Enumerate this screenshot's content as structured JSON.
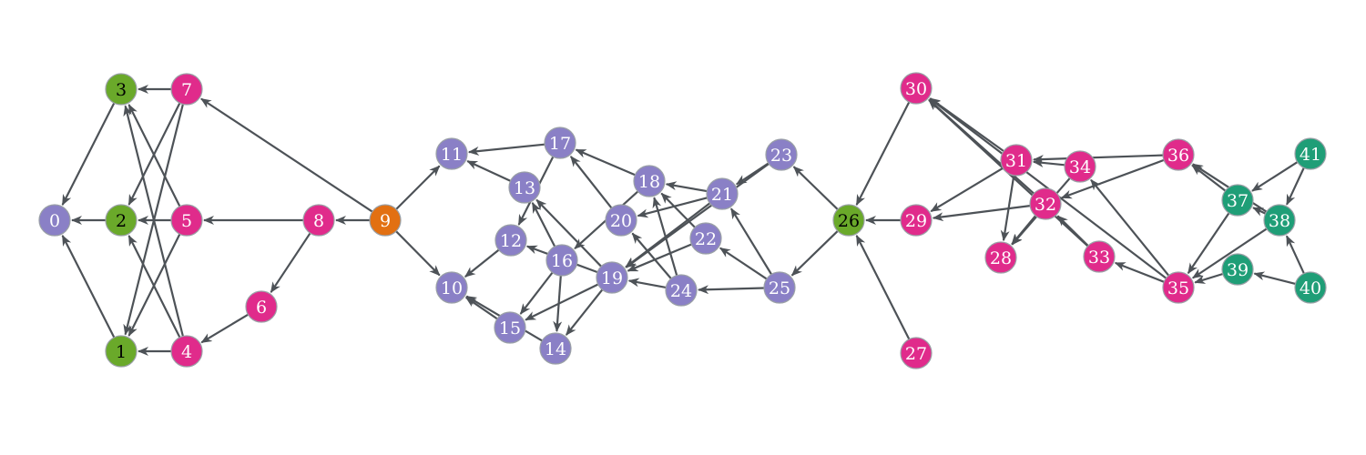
{
  "colors": {
    "purple": "#8a80c6",
    "green": "#6aa92a",
    "magenta": "#e02b8b",
    "orange": "#e27012",
    "teal": "#1f9e77",
    "edge": "#4d5257"
  },
  "nodes": [
    {
      "id": "0",
      "color": "purple",
      "text_color": "#ffffff"
    },
    {
      "id": "1",
      "color": "green",
      "text_color": "#000000"
    },
    {
      "id": "2",
      "color": "green",
      "text_color": "#000000"
    },
    {
      "id": "3",
      "color": "green",
      "text_color": "#000000"
    },
    {
      "id": "4",
      "color": "magenta",
      "text_color": "#ffffff"
    },
    {
      "id": "5",
      "color": "magenta",
      "text_color": "#ffffff"
    },
    {
      "id": "6",
      "color": "magenta",
      "text_color": "#ffffff"
    },
    {
      "id": "7",
      "color": "magenta",
      "text_color": "#ffffff"
    },
    {
      "id": "8",
      "color": "magenta",
      "text_color": "#ffffff"
    },
    {
      "id": "9",
      "color": "orange",
      "text_color": "#ffffff"
    },
    {
      "id": "10",
      "color": "purple",
      "text_color": "#ffffff"
    },
    {
      "id": "11",
      "color": "purple",
      "text_color": "#ffffff"
    },
    {
      "id": "12",
      "color": "purple",
      "text_color": "#ffffff"
    },
    {
      "id": "13",
      "color": "purple",
      "text_color": "#ffffff"
    },
    {
      "id": "14",
      "color": "purple",
      "text_color": "#ffffff"
    },
    {
      "id": "15",
      "color": "purple",
      "text_color": "#ffffff"
    },
    {
      "id": "16",
      "color": "purple",
      "text_color": "#ffffff"
    },
    {
      "id": "17",
      "color": "purple",
      "text_color": "#ffffff"
    },
    {
      "id": "18",
      "color": "purple",
      "text_color": "#ffffff"
    },
    {
      "id": "19",
      "color": "purple",
      "text_color": "#ffffff"
    },
    {
      "id": "20",
      "color": "purple",
      "text_color": "#ffffff"
    },
    {
      "id": "21",
      "color": "purple",
      "text_color": "#ffffff"
    },
    {
      "id": "22",
      "color": "purple",
      "text_color": "#ffffff"
    },
    {
      "id": "23",
      "color": "purple",
      "text_color": "#ffffff"
    },
    {
      "id": "24",
      "color": "purple",
      "text_color": "#ffffff"
    },
    {
      "id": "25",
      "color": "purple",
      "text_color": "#ffffff"
    },
    {
      "id": "26",
      "color": "green",
      "text_color": "#000000"
    },
    {
      "id": "27",
      "color": "magenta",
      "text_color": "#ffffff"
    },
    {
      "id": "28",
      "color": "magenta",
      "text_color": "#ffffff"
    },
    {
      "id": "29",
      "color": "magenta",
      "text_color": "#ffffff"
    },
    {
      "id": "30",
      "color": "magenta",
      "text_color": "#ffffff"
    },
    {
      "id": "31",
      "color": "magenta",
      "text_color": "#ffffff"
    },
    {
      "id": "32",
      "color": "magenta",
      "text_color": "#ffffff"
    },
    {
      "id": "33",
      "color": "magenta",
      "text_color": "#ffffff"
    },
    {
      "id": "34",
      "color": "magenta",
      "text_color": "#ffffff"
    },
    {
      "id": "35",
      "color": "magenta",
      "text_color": "#ffffff"
    },
    {
      "id": "36",
      "color": "magenta",
      "text_color": "#ffffff"
    },
    {
      "id": "37",
      "color": "teal",
      "text_color": "#ffffff"
    },
    {
      "id": "38",
      "color": "teal",
      "text_color": "#ffffff"
    },
    {
      "id": "39",
      "color": "teal",
      "text_color": "#ffffff"
    },
    {
      "id": "40",
      "color": "teal",
      "text_color": "#ffffff"
    },
    {
      "id": "41",
      "color": "teal",
      "text_color": "#ffffff"
    }
  ],
  "edges": [
    [
      "3",
      "0"
    ],
    [
      "2",
      "0"
    ],
    [
      "1",
      "0"
    ],
    [
      "7",
      "3"
    ],
    [
      "7",
      "2"
    ],
    [
      "7",
      "1"
    ],
    [
      "5",
      "3"
    ],
    [
      "5",
      "2"
    ],
    [
      "5",
      "1"
    ],
    [
      "4",
      "3"
    ],
    [
      "4",
      "2"
    ],
    [
      "4",
      "1"
    ],
    [
      "8",
      "5"
    ],
    [
      "8",
      "6"
    ],
    [
      "6",
      "4"
    ],
    [
      "9",
      "8"
    ],
    [
      "9",
      "7"
    ],
    [
      "9",
      "11"
    ],
    [
      "9",
      "10"
    ],
    [
      "17",
      "11"
    ],
    [
      "13",
      "11"
    ],
    [
      "17",
      "12"
    ],
    [
      "12",
      "10"
    ],
    [
      "15",
      "10"
    ],
    [
      "14",
      "10"
    ],
    [
      "18",
      "17"
    ],
    [
      "18",
      "16"
    ],
    [
      "20",
      "17"
    ],
    [
      "19",
      "13"
    ],
    [
      "19",
      "12"
    ],
    [
      "19",
      "15"
    ],
    [
      "19",
      "14"
    ],
    [
      "16",
      "13"
    ],
    [
      "16",
      "15"
    ],
    [
      "16",
      "14"
    ],
    [
      "21",
      "18"
    ],
    [
      "21",
      "20"
    ],
    [
      "21",
      "19"
    ],
    [
      "22",
      "18"
    ],
    [
      "22",
      "19"
    ],
    [
      "24",
      "18"
    ],
    [
      "24",
      "20"
    ],
    [
      "24",
      "19"
    ],
    [
      "23",
      "21"
    ],
    [
      "23",
      "19"
    ],
    [
      "25",
      "21"
    ],
    [
      "25",
      "22"
    ],
    [
      "25",
      "24"
    ],
    [
      "26",
      "23"
    ],
    [
      "26",
      "25"
    ],
    [
      "30",
      "26"
    ],
    [
      "29",
      "26"
    ],
    [
      "27",
      "26"
    ],
    [
      "31",
      "30"
    ],
    [
      "31",
      "29"
    ],
    [
      "31",
      "28"
    ],
    [
      "32",
      "30"
    ],
    [
      "32",
      "29"
    ],
    [
      "32",
      "28"
    ],
    [
      "34",
      "31"
    ],
    [
      "34",
      "28"
    ],
    [
      "33",
      "30"
    ],
    [
      "33",
      "32"
    ],
    [
      "36",
      "31"
    ],
    [
      "36",
      "32"
    ],
    [
      "35",
      "34"
    ],
    [
      "35",
      "33"
    ],
    [
      "35",
      "30"
    ],
    [
      "37",
      "36"
    ],
    [
      "37",
      "35"
    ],
    [
      "38",
      "37"
    ],
    [
      "38",
      "36"
    ],
    [
      "38",
      "35"
    ],
    [
      "39",
      "35"
    ],
    [
      "41",
      "37"
    ],
    [
      "41",
      "38"
    ],
    [
      "40",
      "39"
    ],
    [
      "40",
      "38"
    ]
  ]
}
